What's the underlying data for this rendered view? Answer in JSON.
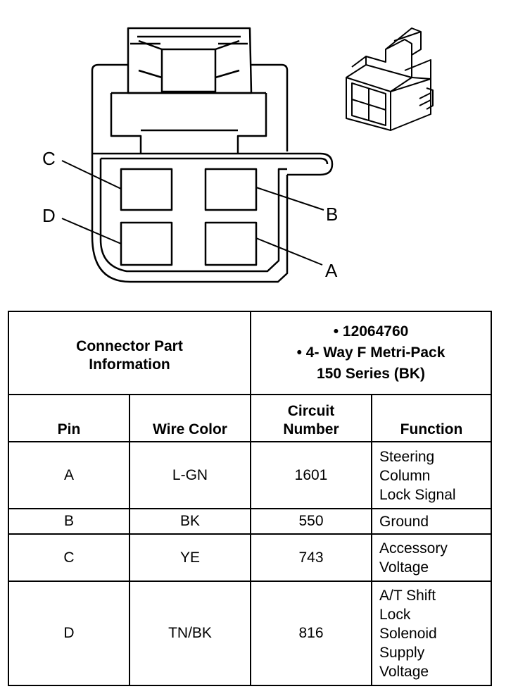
{
  "pin_labels": {
    "a": "A",
    "b": "B",
    "c": "C",
    "d": "D"
  },
  "connector_info": {
    "label_line1": "Connector Part",
    "label_line2": "Information",
    "bullet": "•",
    "part_number": "12064760",
    "description_line1": "4- Way F Metri-Pack",
    "description_line2": "150 Series (BK)"
  },
  "table": {
    "headers": {
      "pin": "Pin",
      "wire_color": "Wire Color",
      "circuit_line1": "Circuit",
      "circuit_line2": "Number",
      "function": "Function"
    },
    "rows": [
      {
        "pin": "A",
        "wire_color": "L-GN",
        "circuit": "1601",
        "function": [
          "Steering",
          "Column",
          "Lock Signal"
        ]
      },
      {
        "pin": "B",
        "wire_color": "BK",
        "circuit": "550",
        "function": [
          "Ground"
        ]
      },
      {
        "pin": "C",
        "wire_color": "YE",
        "circuit": "743",
        "function": [
          "Accessory",
          "Voltage"
        ]
      },
      {
        "pin": "D",
        "wire_color": "TN/BK",
        "circuit": "816",
        "function": [
          "A/T Shift",
          "Lock",
          "Solenoid",
          "Supply",
          "Voltage"
        ]
      }
    ]
  }
}
